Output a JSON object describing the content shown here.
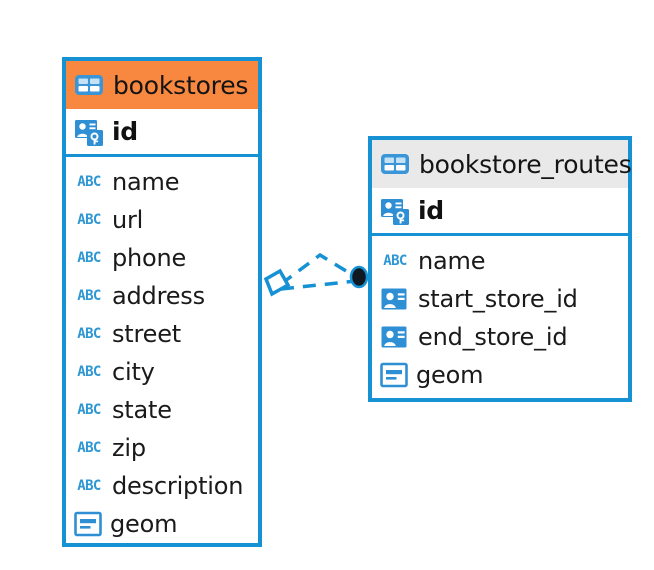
{
  "diagram": {
    "type": "entity-relationship-diagram",
    "background": "#ffffff",
    "accent_color": "#1591d4",
    "orange_header_color": "#f88840",
    "grey_header_color": "#e9e9e9"
  },
  "entities": [
    {
      "name": "bookstores",
      "header_style": "orange",
      "primary_key": {
        "label": "id",
        "icon": "primary-key-icon"
      },
      "fields": [
        {
          "label": "name",
          "icon": "abc-text-icon"
        },
        {
          "label": "url",
          "icon": "abc-text-icon"
        },
        {
          "label": "phone",
          "icon": "abc-text-icon"
        },
        {
          "label": "address",
          "icon": "abc-text-icon"
        },
        {
          "label": "street",
          "icon": "abc-text-icon"
        },
        {
          "label": "city",
          "icon": "abc-text-icon"
        },
        {
          "label": "state",
          "icon": "abc-text-icon"
        },
        {
          "label": "zip",
          "icon": "abc-text-icon"
        },
        {
          "label": "description",
          "icon": "abc-text-icon"
        },
        {
          "label": "geom",
          "icon": "geometry-icon"
        }
      ]
    },
    {
      "name": "bookstore_routes",
      "header_style": "grey",
      "primary_key": {
        "label": "id",
        "icon": "primary-key-icon"
      },
      "fields": [
        {
          "label": "name",
          "icon": "abc-text-icon"
        },
        {
          "label": "start_store_id",
          "icon": "foreign-key-icon"
        },
        {
          "label": "end_store_id",
          "icon": "foreign-key-icon"
        },
        {
          "label": "geom",
          "icon": "geometry-icon"
        }
      ]
    }
  ],
  "relationship": {
    "from_entity": "bookstores",
    "to_entity": "bookstore_routes",
    "from_marker": "diamond-open-marker",
    "to_marker": "filled-circle-marker",
    "line_style": "dashed",
    "line_color": "#1591d4"
  },
  "icon_labels": {
    "table": "ABC",
    "abc": "ABC"
  }
}
